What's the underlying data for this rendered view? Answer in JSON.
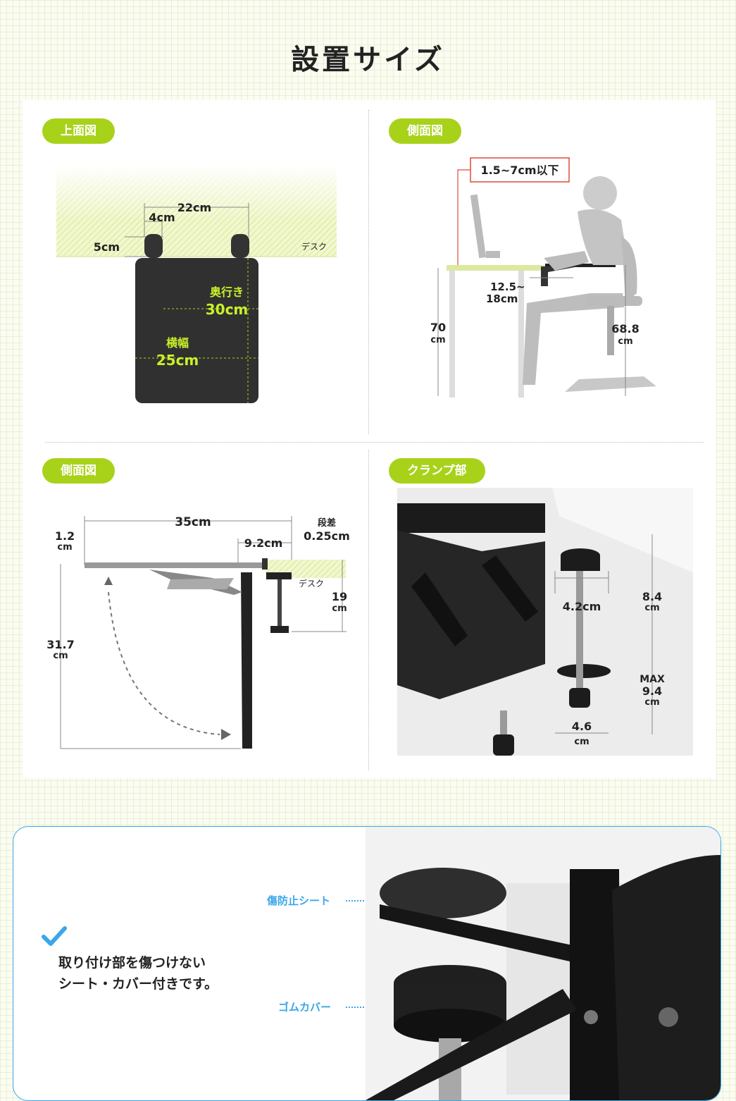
{
  "title": "設置サイズ",
  "panels": {
    "top_view": {
      "label": "上面図",
      "desk": "デスク",
      "dims": {
        "width_top": "22cm",
        "gap": "4cm",
        "depth_clamp": "5cm",
        "depth_label": "奥行き",
        "depth_value": "30cm",
        "width_label": "横幅",
        "width_value": "25cm"
      }
    },
    "side_view": {
      "label": "側面図",
      "thickness": "1.5~7cm以下",
      "offset": "12.5~",
      "offset2": "18cm",
      "desk_h": "70",
      "desk_h_unit": "cm",
      "seat_h": "68.8",
      "seat_h_unit": "cm"
    },
    "side_view2": {
      "label": "側面図",
      "length": "35cm",
      "thick": "1.2",
      "thick_unit": "cm",
      "clamp_depth": "9.2cm",
      "step_label": "段差",
      "step_value": "0.25cm",
      "desk": "デスク",
      "clamp_h": "19",
      "clamp_h_unit": "cm",
      "total_h": "31.7",
      "total_h_unit": "cm"
    },
    "clamp": {
      "label": "クランプ部",
      "pad": "4.2cm",
      "depth": "8.4",
      "depth_unit": "cm",
      "max_label": "MAX",
      "max_value": "9.4",
      "max_unit": "cm",
      "base": "4.6",
      "base_unit": "cm"
    }
  },
  "feature": {
    "callout_sheet": "傷防止シート",
    "callout_rubber": "ゴムカバー",
    "line1": "取り付け部を傷つけない",
    "line2": "シート・カバー付きです。"
  },
  "colors": {
    "accent": "#a8d21a",
    "blue": "#3aa6e8",
    "red": "#e04a3a"
  }
}
